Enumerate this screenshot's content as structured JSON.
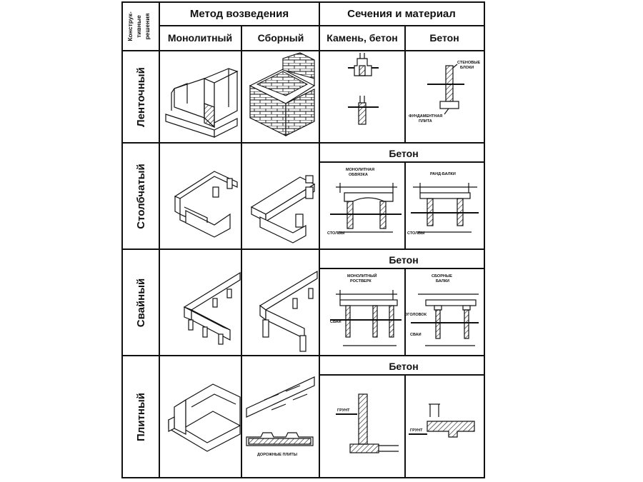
{
  "header": {
    "corner": [
      "Конструк-",
      "тивные",
      "решения"
    ],
    "method": "Метод возведения",
    "section": "Сечения и материал",
    "monolithic": "Монолитный",
    "prefab": "Сборный",
    "stone_concrete": "Камень, бетон",
    "concrete": "Бетон"
  },
  "rows": [
    {
      "label": "Ленточный"
    },
    {
      "label": "Столбчатый",
      "material": "Бетон"
    },
    {
      "label": "Свайный",
      "material": "Бетон"
    },
    {
      "label": "Плитный",
      "material": "Бетон"
    }
  ],
  "annotations": {
    "wall_blocks": [
      "СТЕНОВЫЕ",
      "БЛОКИ"
    ],
    "foundation_slab": [
      "ФУНДАМЕНТНАЯ",
      "ПЛИТА"
    ],
    "monolithic_beam": [
      "МОНОЛИТНАЯ",
      "ОБВЯЗКА"
    ],
    "grade_beams": "РАНД-БАЛКИ",
    "columns": "СТОЛБЫ",
    "monolithic_grillage": [
      "МОНОЛИТНЫЙ",
      "РОСТВЕРК"
    ],
    "prefab_beams": [
      "СБОРНЫЕ",
      "БАЛКИ"
    ],
    "piles": "СВАИ",
    "cap": "ОГОЛОВОК",
    "road_slabs": "ДОРОЖНЫЕ ПЛИТЫ",
    "ground": "ГРУНТ"
  }
}
